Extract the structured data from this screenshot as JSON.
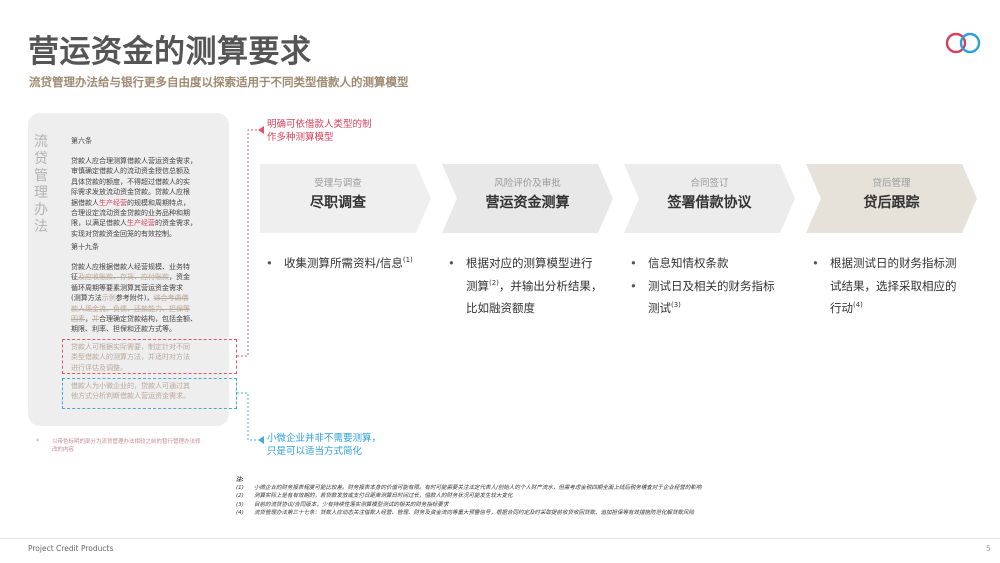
{
  "header": {
    "title": "营运资金的测算要求",
    "subtitle": "流贷管理办法给与银行更多自由度以探索适用于不同类型借款人的测算模型",
    "logo_colors": {
      "left": "#d6405a",
      "right": "#2f9fd8"
    }
  },
  "left_panel": {
    "vertical_title": [
      "流",
      "贷",
      "管",
      "理",
      "办",
      "法"
    ],
    "article6": {
      "heading": "第六条",
      "lines": [
        "贷款人应合理测算借款人营运资金需求，",
        "审慎确定借款人的流动资金授信总额及",
        "具体贷款的额度，不得超过借款人的实",
        "际需求发放流动资金贷款。贷款人应根"
      ],
      "line5_a": "据借款人",
      "line5_red": "生产经营",
      "line5_b": "的规模和周期特点，",
      "lines_tail": [
        "合理设定流动资金贷款的业务品种和期",
        "限，以满足借款人"
      ],
      "line7_red": "生产经营",
      "line7_b": "的资金需求，",
      "line8": "实现对贷款资金回笼的有效控制。"
    },
    "article19": {
      "heading": "第十九条",
      "l1": "贷款人应根据借款人经营规模、业务特",
      "l2_a": "征",
      "l2_strike": "及应收账款、存货、应付账款",
      "l2_b": "，资金",
      "l3": "循环周期等要素测算其营运资金需求",
      "l4_a": "(测算方法",
      "l4_gray": "示例",
      "l4_b": "参考附件)，",
      "l4_strike": "综合考虑借",
      "l5_strike": "款人现金流、负债、还款能力、担保等",
      "l6_strike": "因素",
      "l6_b": "，",
      "l6_strike2": "并",
      "l6_c": "合理确定贷款结构，包括金额、",
      "l7": "期限、利率、担保和还款方式等。"
    },
    "red_box": [
      "贷款人可根据实际需要，制定针对不同",
      "类型借款人的测算方法，并适时对方法",
      "进行评估及调整。"
    ],
    "blue_box": [
      "借款人为小微企业的，贷款人可通过其",
      "他方式分析判断借款人营运资金需求。"
    ],
    "footnote_mark": "*",
    "footnote": [
      "以带色标明的部分为流贷管理办法相较之前的暂行管理办法修",
      "改的内容"
    ]
  },
  "callouts": {
    "red": [
      "明确可依借款人类型的制",
      "作多种测算模型"
    ],
    "blue": [
      "小微企业并非不需要测算，",
      "只是可以适当方式简化"
    ]
  },
  "process": [
    {
      "sub": "受理与调查",
      "main": "尽职调查",
      "bullets": [
        {
          "lines": [
            "收集测算所需资料/信息"
          ],
          "sup": "(1)"
        }
      ]
    },
    {
      "sub": "风险评价及审批",
      "main": "营运资金测算",
      "bullets": [
        {
          "lines": [
            "根据对应的测算模型进行",
            "测算",
            "，并输出分析结果，",
            "比如融资额度"
          ],
          "sup": "(2)"
        }
      ]
    },
    {
      "sub": "合同签订",
      "main": "签署借款协议",
      "bullets": [
        {
          "lines": [
            "信息知情权条款"
          ]
        },
        {
          "lines": [
            "测试日及相关的财务指标",
            "测试"
          ],
          "sup": "(3)"
        }
      ]
    },
    {
      "sub": "贷后管理",
      "main": "贷后跟踪",
      "bullets": [
        {
          "lines": [
            "根据测试日的财务指标测",
            "试结果，选择采取相应的",
            "行动"
          ],
          "sup": "(4)"
        }
      ]
    }
  ],
  "process_colors": [
    "#efefef",
    "#e8e8e8",
    "#ececec",
    "#e6e2da"
  ],
  "notes": {
    "title": "注:",
    "items": [
      {
        "num": "(1)",
        "text": "小微企业的财务报表程度可能比较差。财务报表本身的价值可能有限。有时可能需要关注法定代表人/创始人的个人财产流水，但需考虑金税四期全面上线后税务稽查对于企业经营的影响"
      },
      {
        "num": "(2)",
        "text": "测算实际上是有有效期的，若贷款发放或支付日距离测算日时间过长，借款人的财务状况可能发生较大变化"
      },
      {
        "num": "(3)",
        "text": "目前的流贷协议/合同版本，少有持续性落实测算模型测试的相关的财务指标要求"
      },
      {
        "num": "(4)",
        "text": "流贷管理办法第三十七条：贷款人应动态关注借款人经营、管理、财务及资金流向等重大预警信号，根据合同约定及时采取提前收贷收回贷款、追加担保等有效措施防范化解贷款风险"
      }
    ]
  },
  "footer": {
    "left": "Project Credit Products",
    "page": "5"
  }
}
